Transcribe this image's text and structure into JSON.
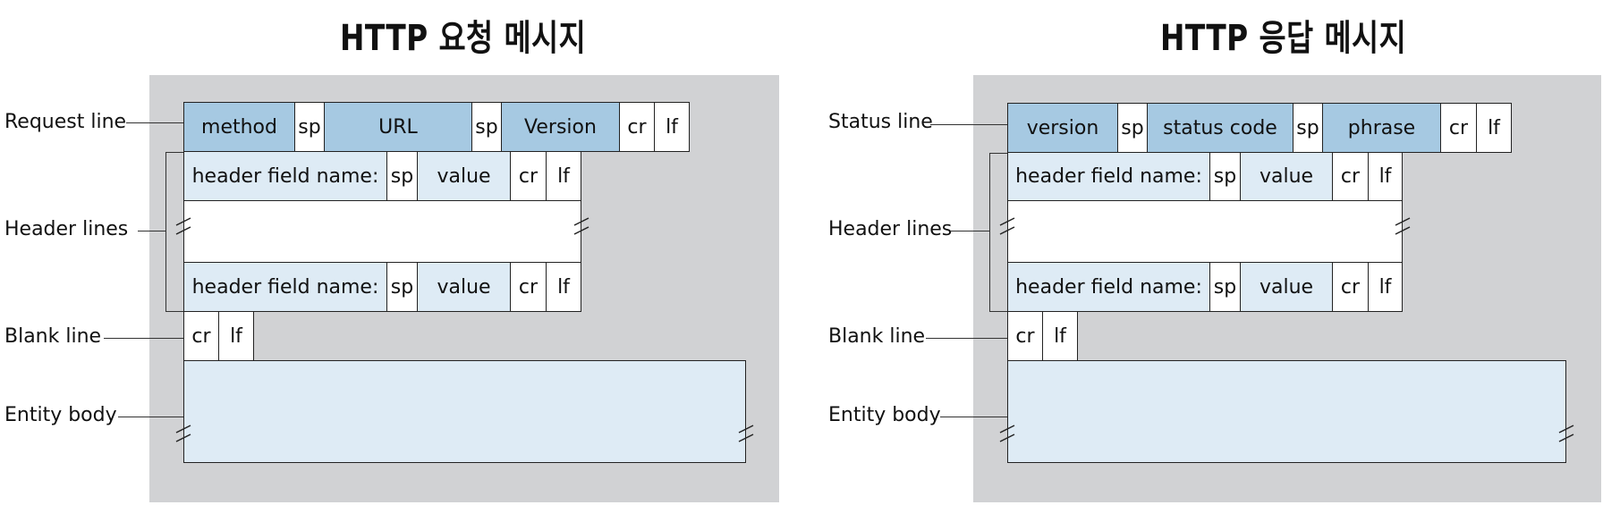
{
  "request": {
    "title": "HTTP 요청 메시지",
    "labels": {
      "request_line": "Request line",
      "header_lines": "Header lines",
      "blank_line": "Blank line",
      "entity_body": "Entity body"
    },
    "first_line": [
      "method",
      "sp",
      "URL",
      "sp",
      "Version",
      "cr",
      "lf"
    ],
    "header_row": [
      "header field name:",
      "sp",
      "value",
      "cr",
      "lf"
    ],
    "blank": [
      "cr",
      "lf"
    ]
  },
  "response": {
    "title": "HTTP 응답 메시지",
    "labels": {
      "status_line": "Status line",
      "header_lines": "Header lines",
      "blank_line": "Blank line",
      "entity_body": "Entity body"
    },
    "first_line": [
      "version",
      "sp",
      "status code",
      "sp",
      "phrase",
      "cr",
      "lf"
    ],
    "header_row": [
      "header field name:",
      "sp",
      "value",
      "cr",
      "lf"
    ],
    "blank": [
      "cr",
      "lf"
    ]
  },
  "colors": {
    "panel": "#d1d2d4",
    "field_dark": "#a6c9e2",
    "field_light": "#deebf5"
  }
}
